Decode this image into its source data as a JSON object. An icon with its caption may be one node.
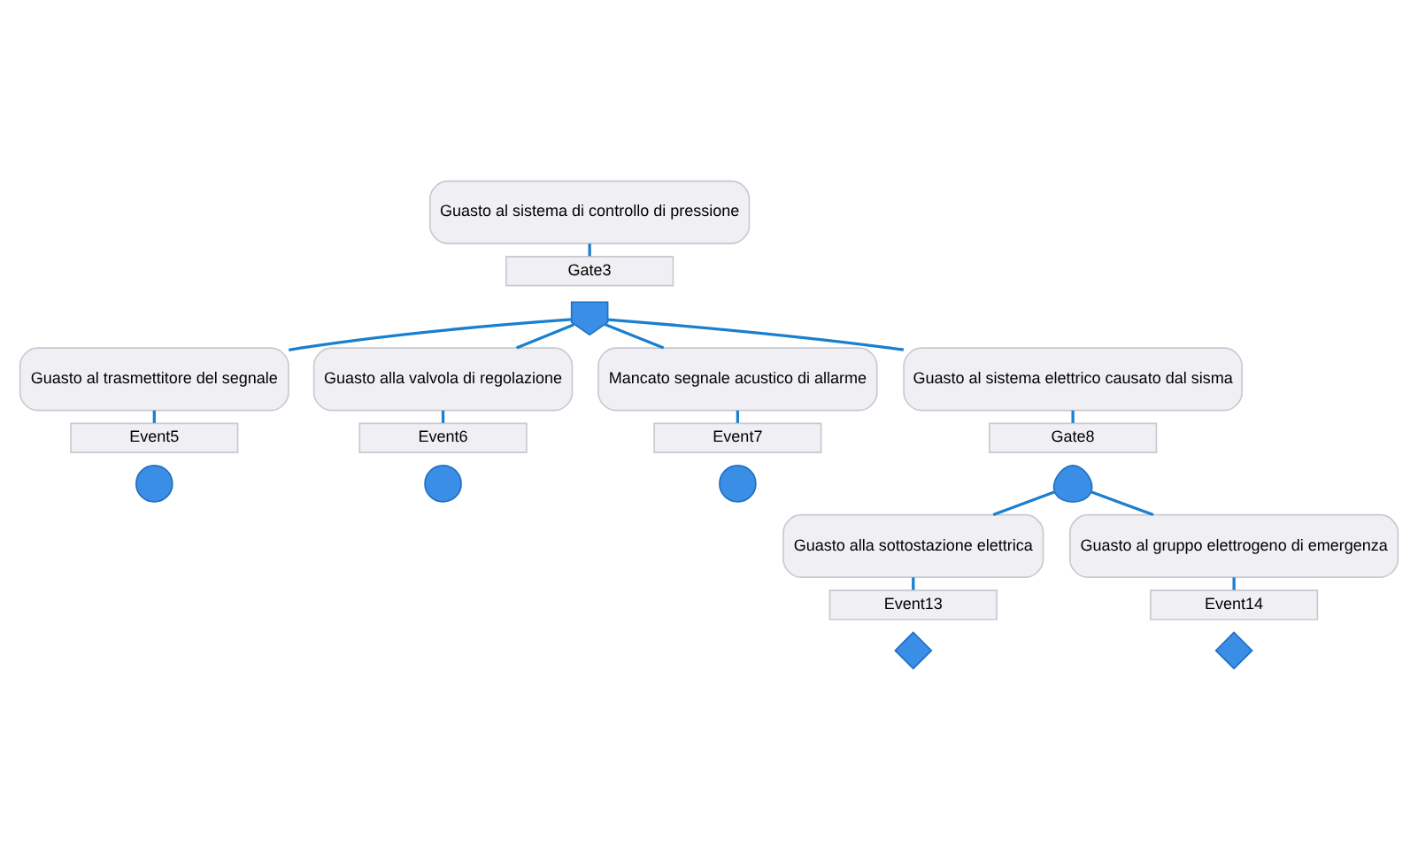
{
  "diagram": {
    "nodes": [
      {
        "text": [
          "Guasto al sistema di controllo di pressione"
        ]
      },
      {
        "text": [
          "Gate3"
        ]
      },
      {
        "text": [],
        "shape": "gate"
      },
      {
        "text": [
          "Guasto al trasmettitore del segnale"
        ]
      },
      {
        "text": [
          "Event5"
        ]
      },
      {
        "text": [],
        "shape": "circle"
      },
      {
        "text": [
          "Guasto alla valvola di regolazione"
        ]
      },
      {
        "text": [
          "Event6"
        ]
      },
      {
        "text": [],
        "shape": "circle"
      },
      {
        "text": [
          "Mancato segnale acustico di allarme"
        ]
      },
      {
        "text": [
          "Event7"
        ]
      },
      {
        "text": [],
        "shape": "circle"
      },
      {
        "text": [
          "Guasto al sistema elettrico causato dal sisma"
        ]
      },
      {
        "text": [
          "Gate8"
        ]
      },
      {
        "text": [],
        "shape": "gate"
      },
      {
        "text": [
          "Guasto alla sottostazione elettrica"
        ]
      },
      {
        "text": [
          "Event13"
        ]
      },
      {
        "text": [],
        "shape": "diamond"
      },
      {
        "text": [
          "Guasto al gruppo elettrogeno di emergenza"
        ]
      },
      {
        "text": [
          "Event14"
        ]
      },
      {
        "text": [],
        "shape": "diamond"
      }
    ],
    "edges": [
      {
        "from": 0,
        "to": 1,
        "arrow": "none"
      },
      {
        "from": 2,
        "to": 3,
        "arrow": "none"
      },
      {
        "from": 2,
        "to": 6,
        "arrow": "none"
      },
      {
        "from": 2,
        "to": 9,
        "arrow": "none"
      },
      {
        "from": 2,
        "to": 12,
        "arrow": "none"
      },
      {
        "from": 3,
        "to": 4,
        "arrow": "none"
      },
      {
        "from": 6,
        "to": 7,
        "arrow": "none"
      },
      {
        "from": 9,
        "to": 10,
        "arrow": "none"
      },
      {
        "from": 12,
        "to": 13,
        "arrow": "none"
      },
      {
        "from": 14,
        "to": 15,
        "arrow": "none"
      },
      {
        "from": 14,
        "to": 18,
        "arrow": "none"
      },
      {
        "from": 15,
        "to": 16,
        "arrow": "none"
      },
      {
        "from": 18,
        "to": 19,
        "arrow": "none"
      }
    ]
  }
}
